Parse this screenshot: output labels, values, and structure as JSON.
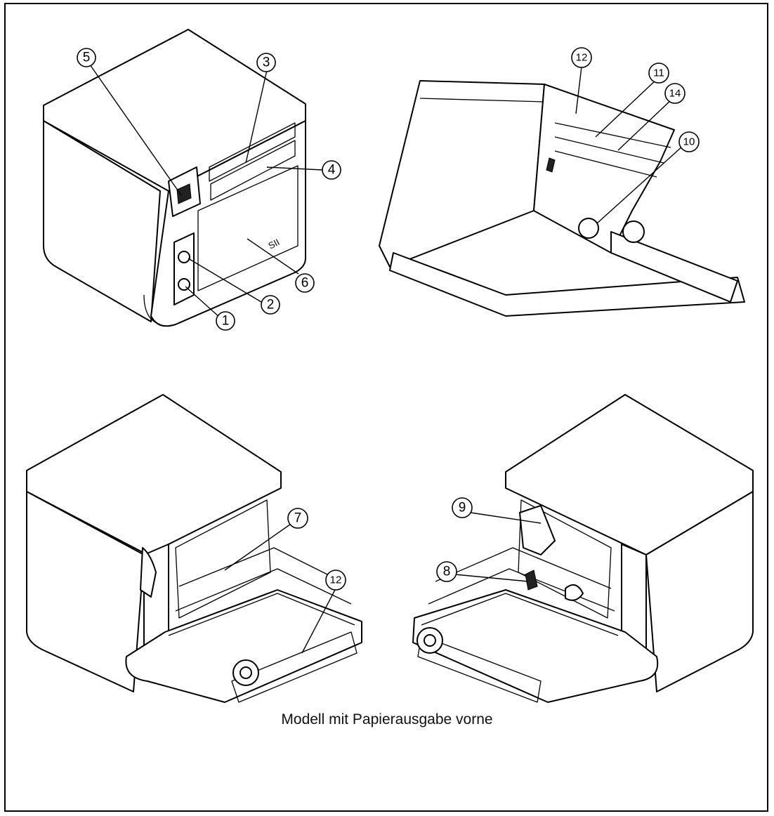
{
  "caption": "Modell mit Papierausgabe vorne",
  "callouts": [
    {
      "id": "c5",
      "label": "5"
    },
    {
      "id": "c3",
      "label": "3"
    },
    {
      "id": "c4",
      "label": "4"
    },
    {
      "id": "c6",
      "label": "6"
    },
    {
      "id": "c2",
      "label": "2"
    },
    {
      "id": "c1",
      "label": "1"
    },
    {
      "id": "c12a",
      "label": "12"
    },
    {
      "id": "c11",
      "label": "11"
    },
    {
      "id": "c14",
      "label": "14"
    },
    {
      "id": "c10",
      "label": "10"
    },
    {
      "id": "c7",
      "label": "7"
    },
    {
      "id": "c12b",
      "label": "12"
    },
    {
      "id": "c9",
      "label": "9"
    },
    {
      "id": "c8",
      "label": "8"
    }
  ],
  "logo_text": "SII"
}
